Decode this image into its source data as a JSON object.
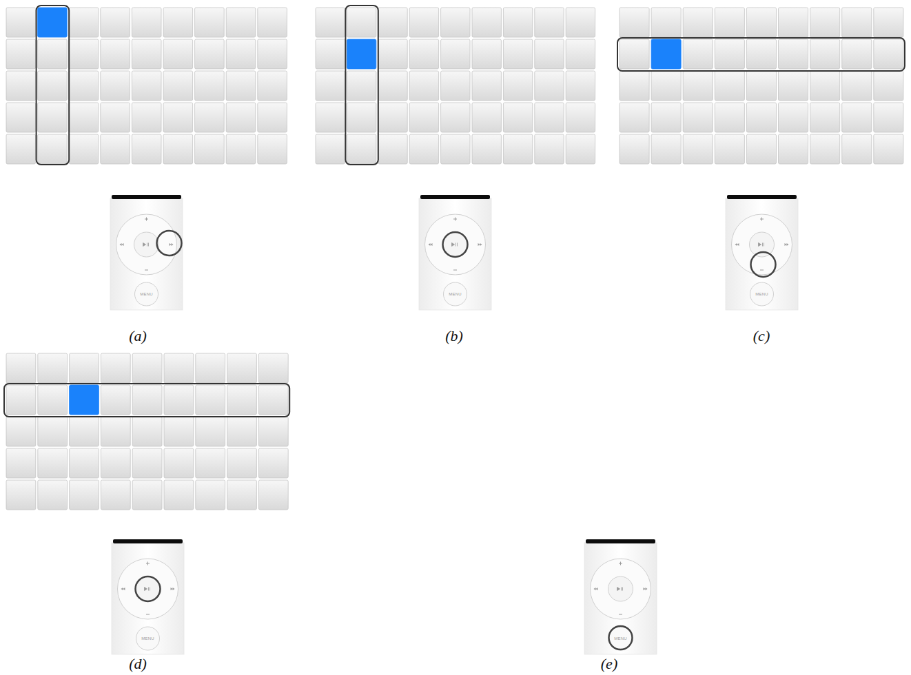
{
  "diagram": {
    "labels": [
      "MENU",
      "MENU",
      "MENU",
      "(a)",
      "(b)",
      "(c)",
      "MENU",
      "MENU",
      "(d)",
      "(e)"
    ]
  }
}
